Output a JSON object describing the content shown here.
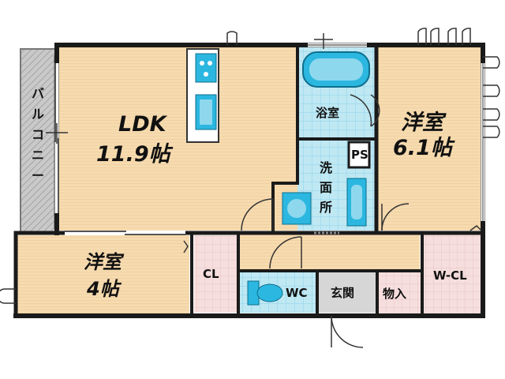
{
  "rooms": {
    "ldk": {
      "name": "LDK",
      "size": "11.9帖"
    },
    "western_east": {
      "name": "洋室",
      "size": "6.1帖"
    },
    "western_west": {
      "name": "洋室",
      "size": "4帖"
    },
    "bath": {
      "name": "浴室"
    },
    "ps": {
      "name": "PS"
    },
    "washroom": {
      "chars": [
        "洗",
        "面",
        "所"
      ]
    },
    "closet": {
      "name": "CL"
    },
    "toilet": {
      "name": "WC"
    },
    "entrance": {
      "name": "玄関"
    },
    "storage": {
      "name": "物入"
    },
    "walkin_closet": {
      "name": "W-CL"
    },
    "balcony": {
      "chars": [
        "バ",
        "ル",
        "コ",
        "ニ",
        "ー"
      ]
    }
  },
  "colors": {
    "wood_floor": "#f6dbb0",
    "pink_floor": "#f6dede",
    "tile_floor": "#bfe8f3",
    "gray_floor": "#d6d6d6",
    "balcony_fill": "#c9c9c9",
    "wall": "#1a1a1a",
    "fixture": "#2bb7e0"
  }
}
